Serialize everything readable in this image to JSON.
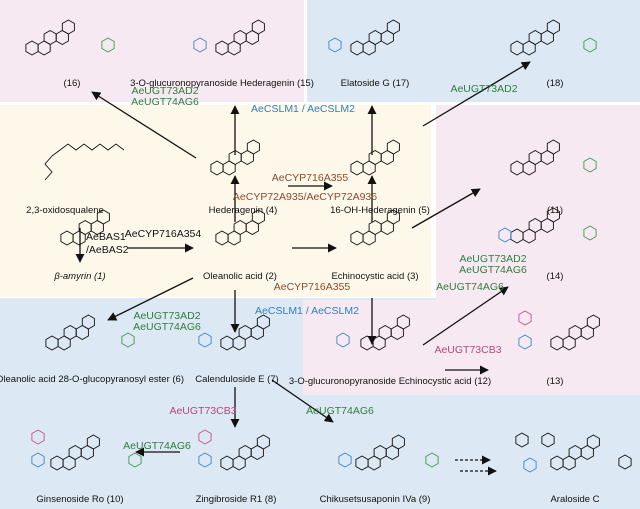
{
  "colors": {
    "pink_region": "#f7e9f1",
    "blue_region": "#dce8f3",
    "yellow_region": "#fdf8ea",
    "green_enzyme": "#2e7d3e",
    "blue_enzyme": "#2f7fbf",
    "brown_enzyme": "#8a4b2a",
    "pink_enzyme": "#b0487f",
    "glucuronic": "#3a86c8",
    "glucose": "#3f9a50",
    "pink_sugar": "#c4508f"
  },
  "compounds": {
    "c16": "(16)",
    "c15": "3-O-glucuronopyranoside Hederagenin (15)",
    "c17": "Elatoside G (17)",
    "c18": "(18)",
    "squalene": "2,3-oxidosqualene",
    "c4": "Hederagenin (4)",
    "c5": "16-OH-Hederagenin (5)",
    "c11": "(11)",
    "c1": "β-amyrin (1)",
    "c2": "Oleanolic acid (2)",
    "c3": "Echinocystic acid (3)",
    "c14": "(14)",
    "c6": "Oleanolic acid 28-O-glucopyranosyl ester (6)",
    "c7": "Calenduloside E (7)",
    "c12": "3-O-glucuronopyranoside Echinocystic acid (12)",
    "c13": "(13)",
    "c10": "Ginsenoside Ro (10)",
    "c8": "Zingibroside R1 (8)",
    "c9": "Chikusetsusaponin IVa (9)",
    "araloside": "Araloside C"
  },
  "enzymes": {
    "e1a": "AeUGT73AD2",
    "e1b": "AeUGT74AG6",
    "e2": "AeUGT73AD2",
    "e3": "AeCSLM1 / AeCSLM2",
    "e4a": "AeBAS1",
    "e4b": "/AeBAS2",
    "e5": "AeCYP716A354",
    "e6": "AeCYP716A355",
    "e7": "AeCYP72A935/AeCYP72A936",
    "e8": "AeCYP716A355",
    "e9a": "AeUGT73AD2",
    "e9b": "AeUGT74AG6",
    "e10": "AeUGT74AG6",
    "e11a": "AeUGT73AD2",
    "e11b": "AeUGT74AG6",
    "e12": "AeCSLM1 / AeCSLM2",
    "e13": "AeUGT73CB3",
    "e14": "AeUGT73CB3",
    "e15": "AeUGT74AG6",
    "e16": "AeUGT74AG6"
  }
}
